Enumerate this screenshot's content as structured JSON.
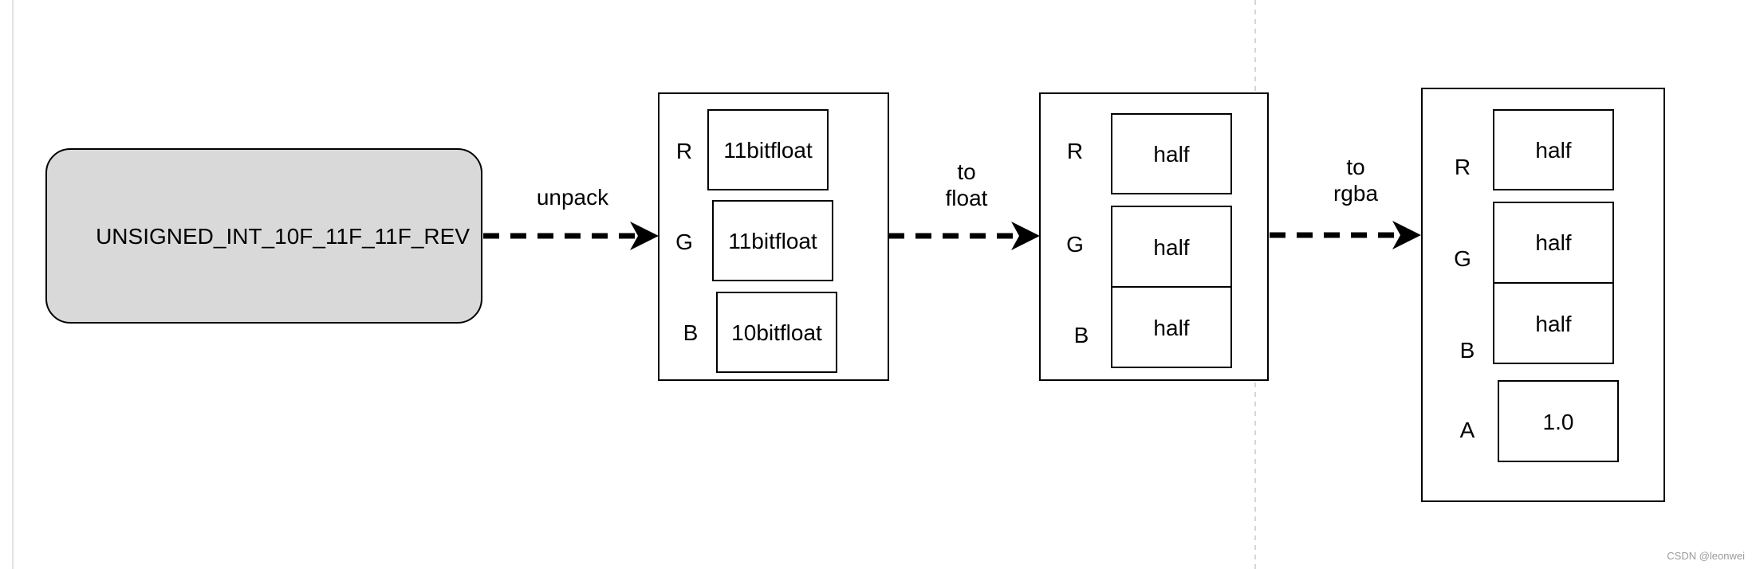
{
  "source": {
    "label": "UNSIGNED_INT_10F_11F_11F_REV"
  },
  "edges": [
    {
      "label_lines": [
        "unpack"
      ]
    },
    {
      "label_lines": [
        "to",
        "float"
      ]
    },
    {
      "label_lines": [
        "to",
        "rgba"
      ]
    }
  ],
  "groups": [
    {
      "rows": [
        {
          "channel": "R",
          "value": "11bitfloat"
        },
        {
          "channel": "G",
          "value": "11bitfloat"
        },
        {
          "channel": "B",
          "value": "10bitfloat"
        }
      ]
    },
    {
      "rows": [
        {
          "channel": "R",
          "value": "half"
        },
        {
          "channel": "G",
          "value": "half"
        },
        {
          "channel": "B",
          "value": "half"
        }
      ]
    },
    {
      "rows": [
        {
          "channel": "R",
          "value": "half"
        },
        {
          "channel": "G",
          "value": "half"
        },
        {
          "channel": "B",
          "value": "half"
        },
        {
          "channel": "A",
          "value": "1.0"
        }
      ]
    }
  ],
  "watermark": "CSDN @leonwei",
  "colors": {
    "source_fill": "#d9d9d9",
    "stroke": "#000000",
    "guide_line": "#c8c8c8"
  }
}
